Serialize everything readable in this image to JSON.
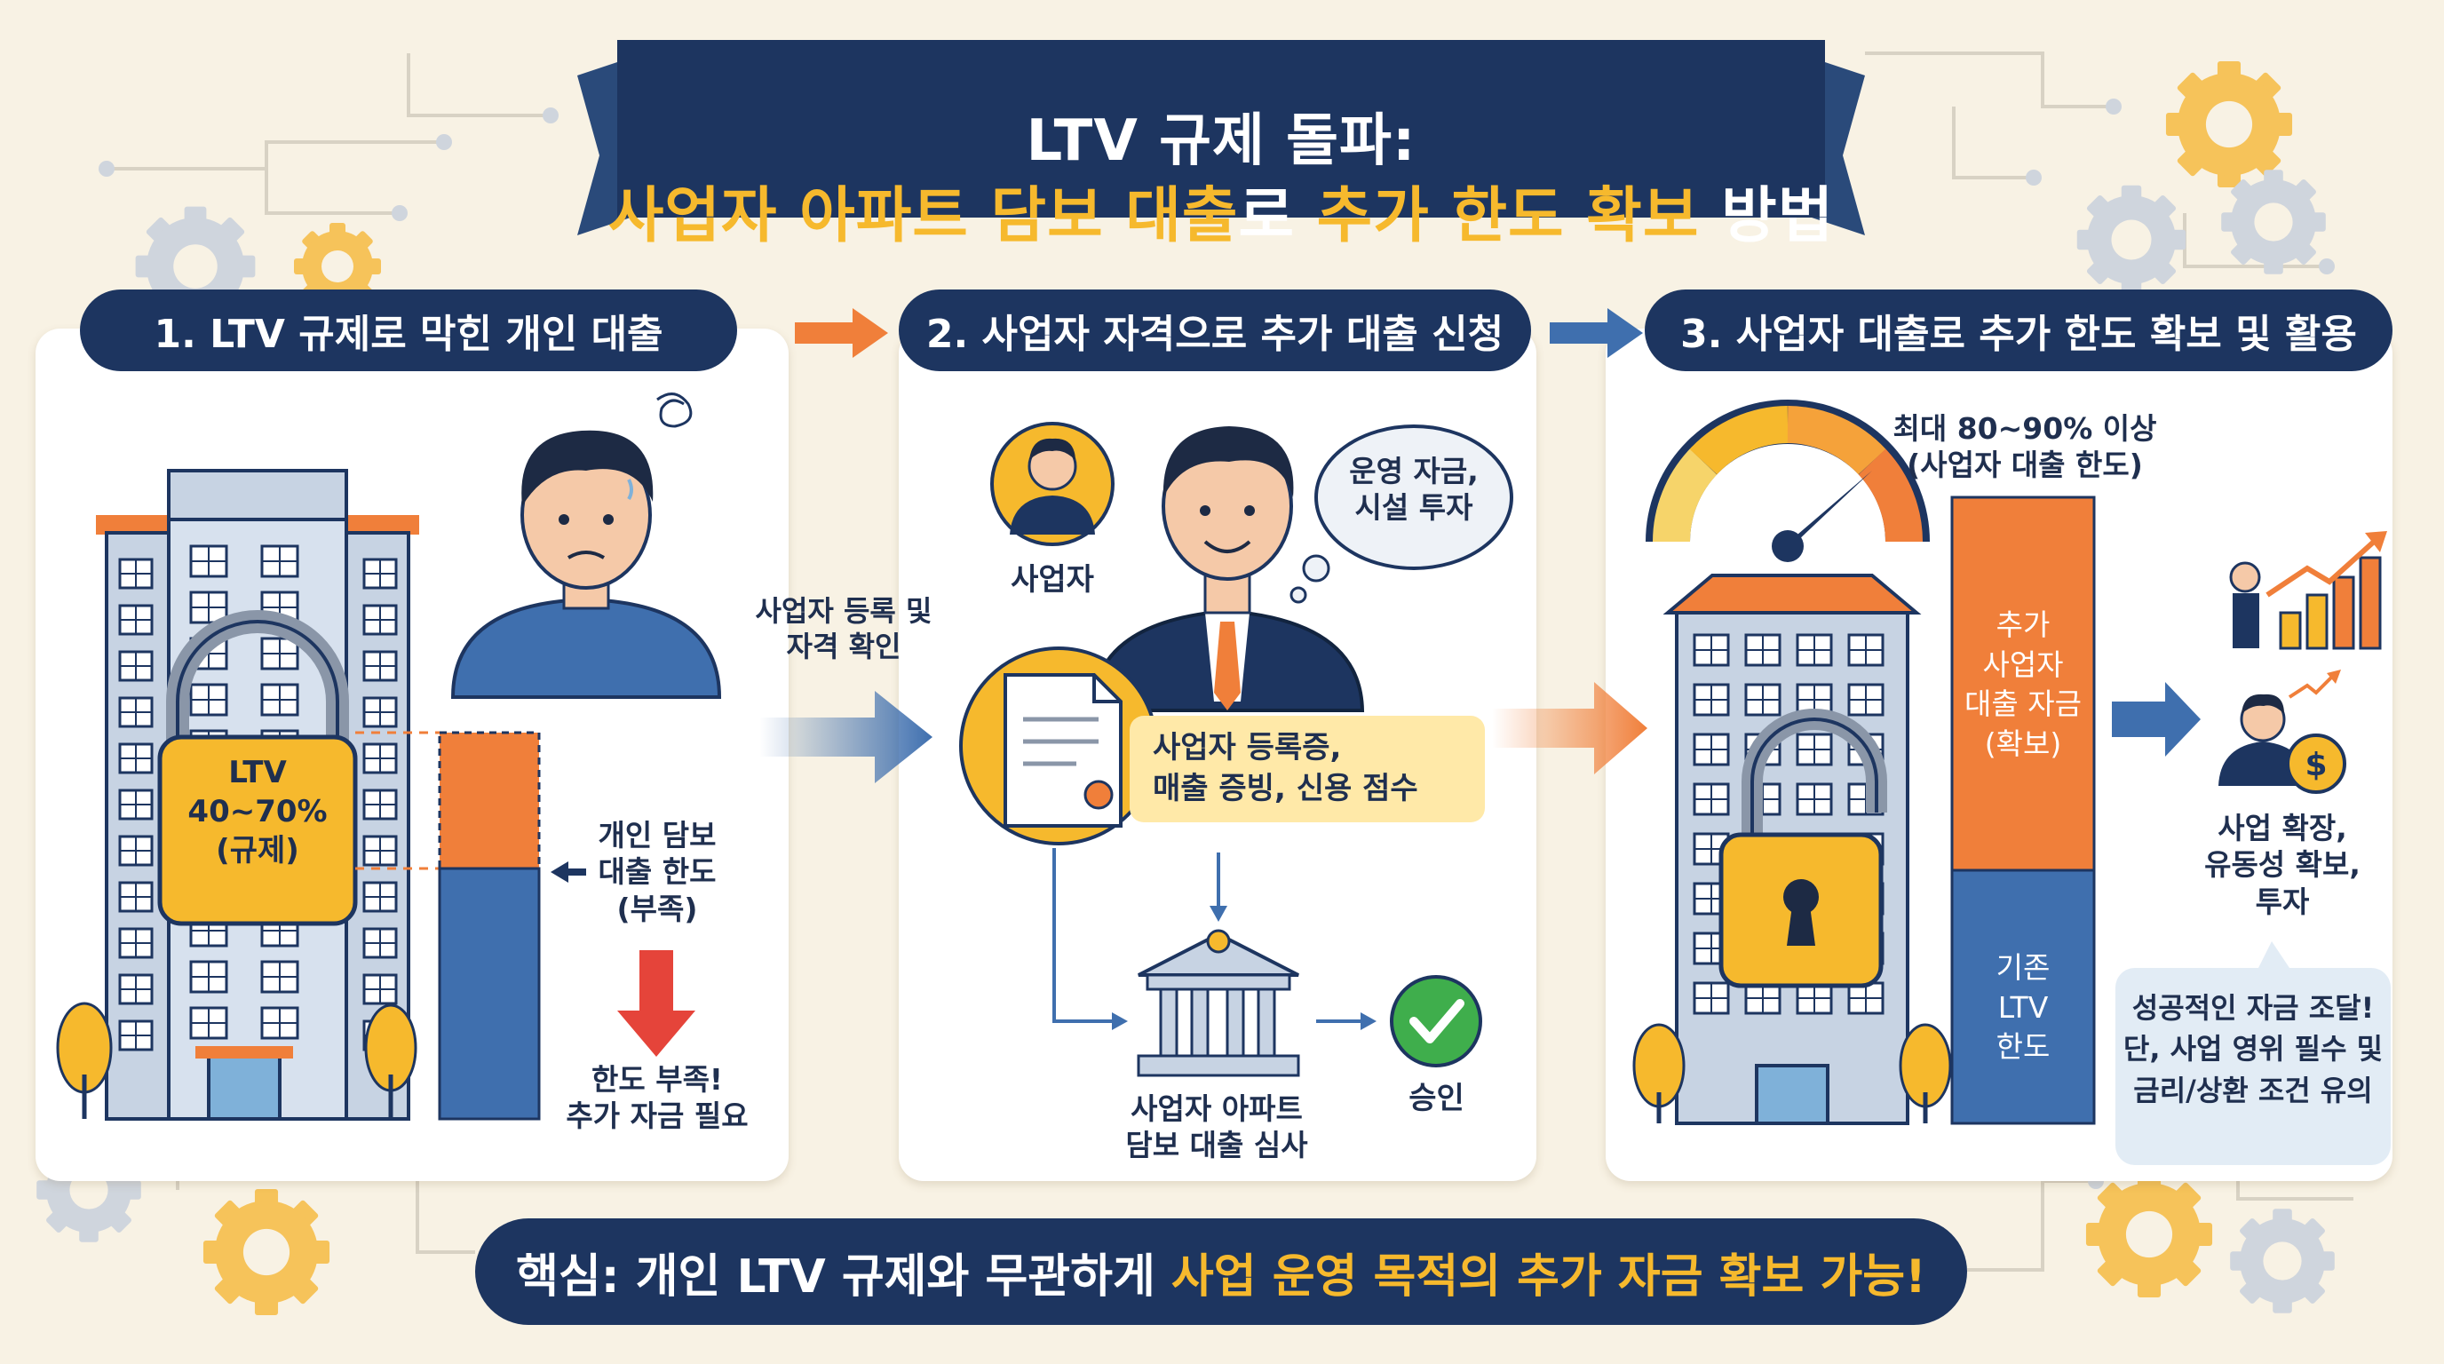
{
  "title": {
    "line1": "LTV 규제 돌파:",
    "line2_part1": "사업자 아파트 담보 대출",
    "line2_part2": "로 ",
    "line2_part3": "추가 한도 확보",
    "line2_part4": " 방법"
  },
  "steps": [
    {
      "label": "1. LTV 규제로 막힌 개인 대출"
    },
    {
      "label": "2. 사업자 자격으로 추가 대출 신청"
    },
    {
      "label": "3. 사업자 대출로 추가 한도 확보 및 활용"
    }
  ],
  "panel1": {
    "lock_lines": [
      "LTV",
      "40~70%",
      "(규제)"
    ],
    "limit_lines": [
      "개인 담보",
      "대출 한도",
      "(부족)"
    ],
    "shortage_lines": [
      "한도 부족!",
      "추가 자금 필요"
    ]
  },
  "transition1": {
    "lines": [
      "사업자 등록 및",
      "자격 확인"
    ]
  },
  "panel2": {
    "person_label": "사업자",
    "thought_lines": [
      "운영 자금,",
      "시설 투자"
    ],
    "docs_lines": [
      "사업자 등록증,",
      "매출 증빙, 신용 점수"
    ],
    "bank_lines": [
      "사업자 아파트",
      "담보 대출 심사"
    ],
    "approval_label": "승인"
  },
  "panel3": {
    "max_lines": [
      "최대 80~90% 이상",
      "(사업자 대출 한도)"
    ],
    "extra_lines": [
      "추가",
      "사업자",
      "대출 자금",
      "(확보)"
    ],
    "base_lines": [
      "기존",
      "LTV",
      "한도"
    ],
    "usage_lines": [
      "사업 확장,",
      "유동성 확보,",
      "투자"
    ],
    "callout_lines": [
      "성공적인 자금 조달!",
      "단, 사업 영위 필수 및",
      "금리/상환 조건 유의"
    ]
  },
  "bottom": {
    "part1": "핵심: 개인 LTV 규제와 무관하게 ",
    "part2": "사업 운영 목적의 추가 자금 확보 가능!"
  },
  "colors": {
    "navy": "#1d3560",
    "orange": "#f07f3a",
    "blue": "#3f6fae",
    "gold": "#f6b92d",
    "green": "#3fae4c",
    "red": "#e5443a"
  },
  "icons": [
    "gear-icon",
    "padlock-icon",
    "building-icon",
    "person-icon",
    "document-icon",
    "bank-icon",
    "check-icon",
    "gauge-icon",
    "growth-chart-icon",
    "dollar-coin-icon",
    "thought-bubble-icon",
    "arrow-icon"
  ]
}
